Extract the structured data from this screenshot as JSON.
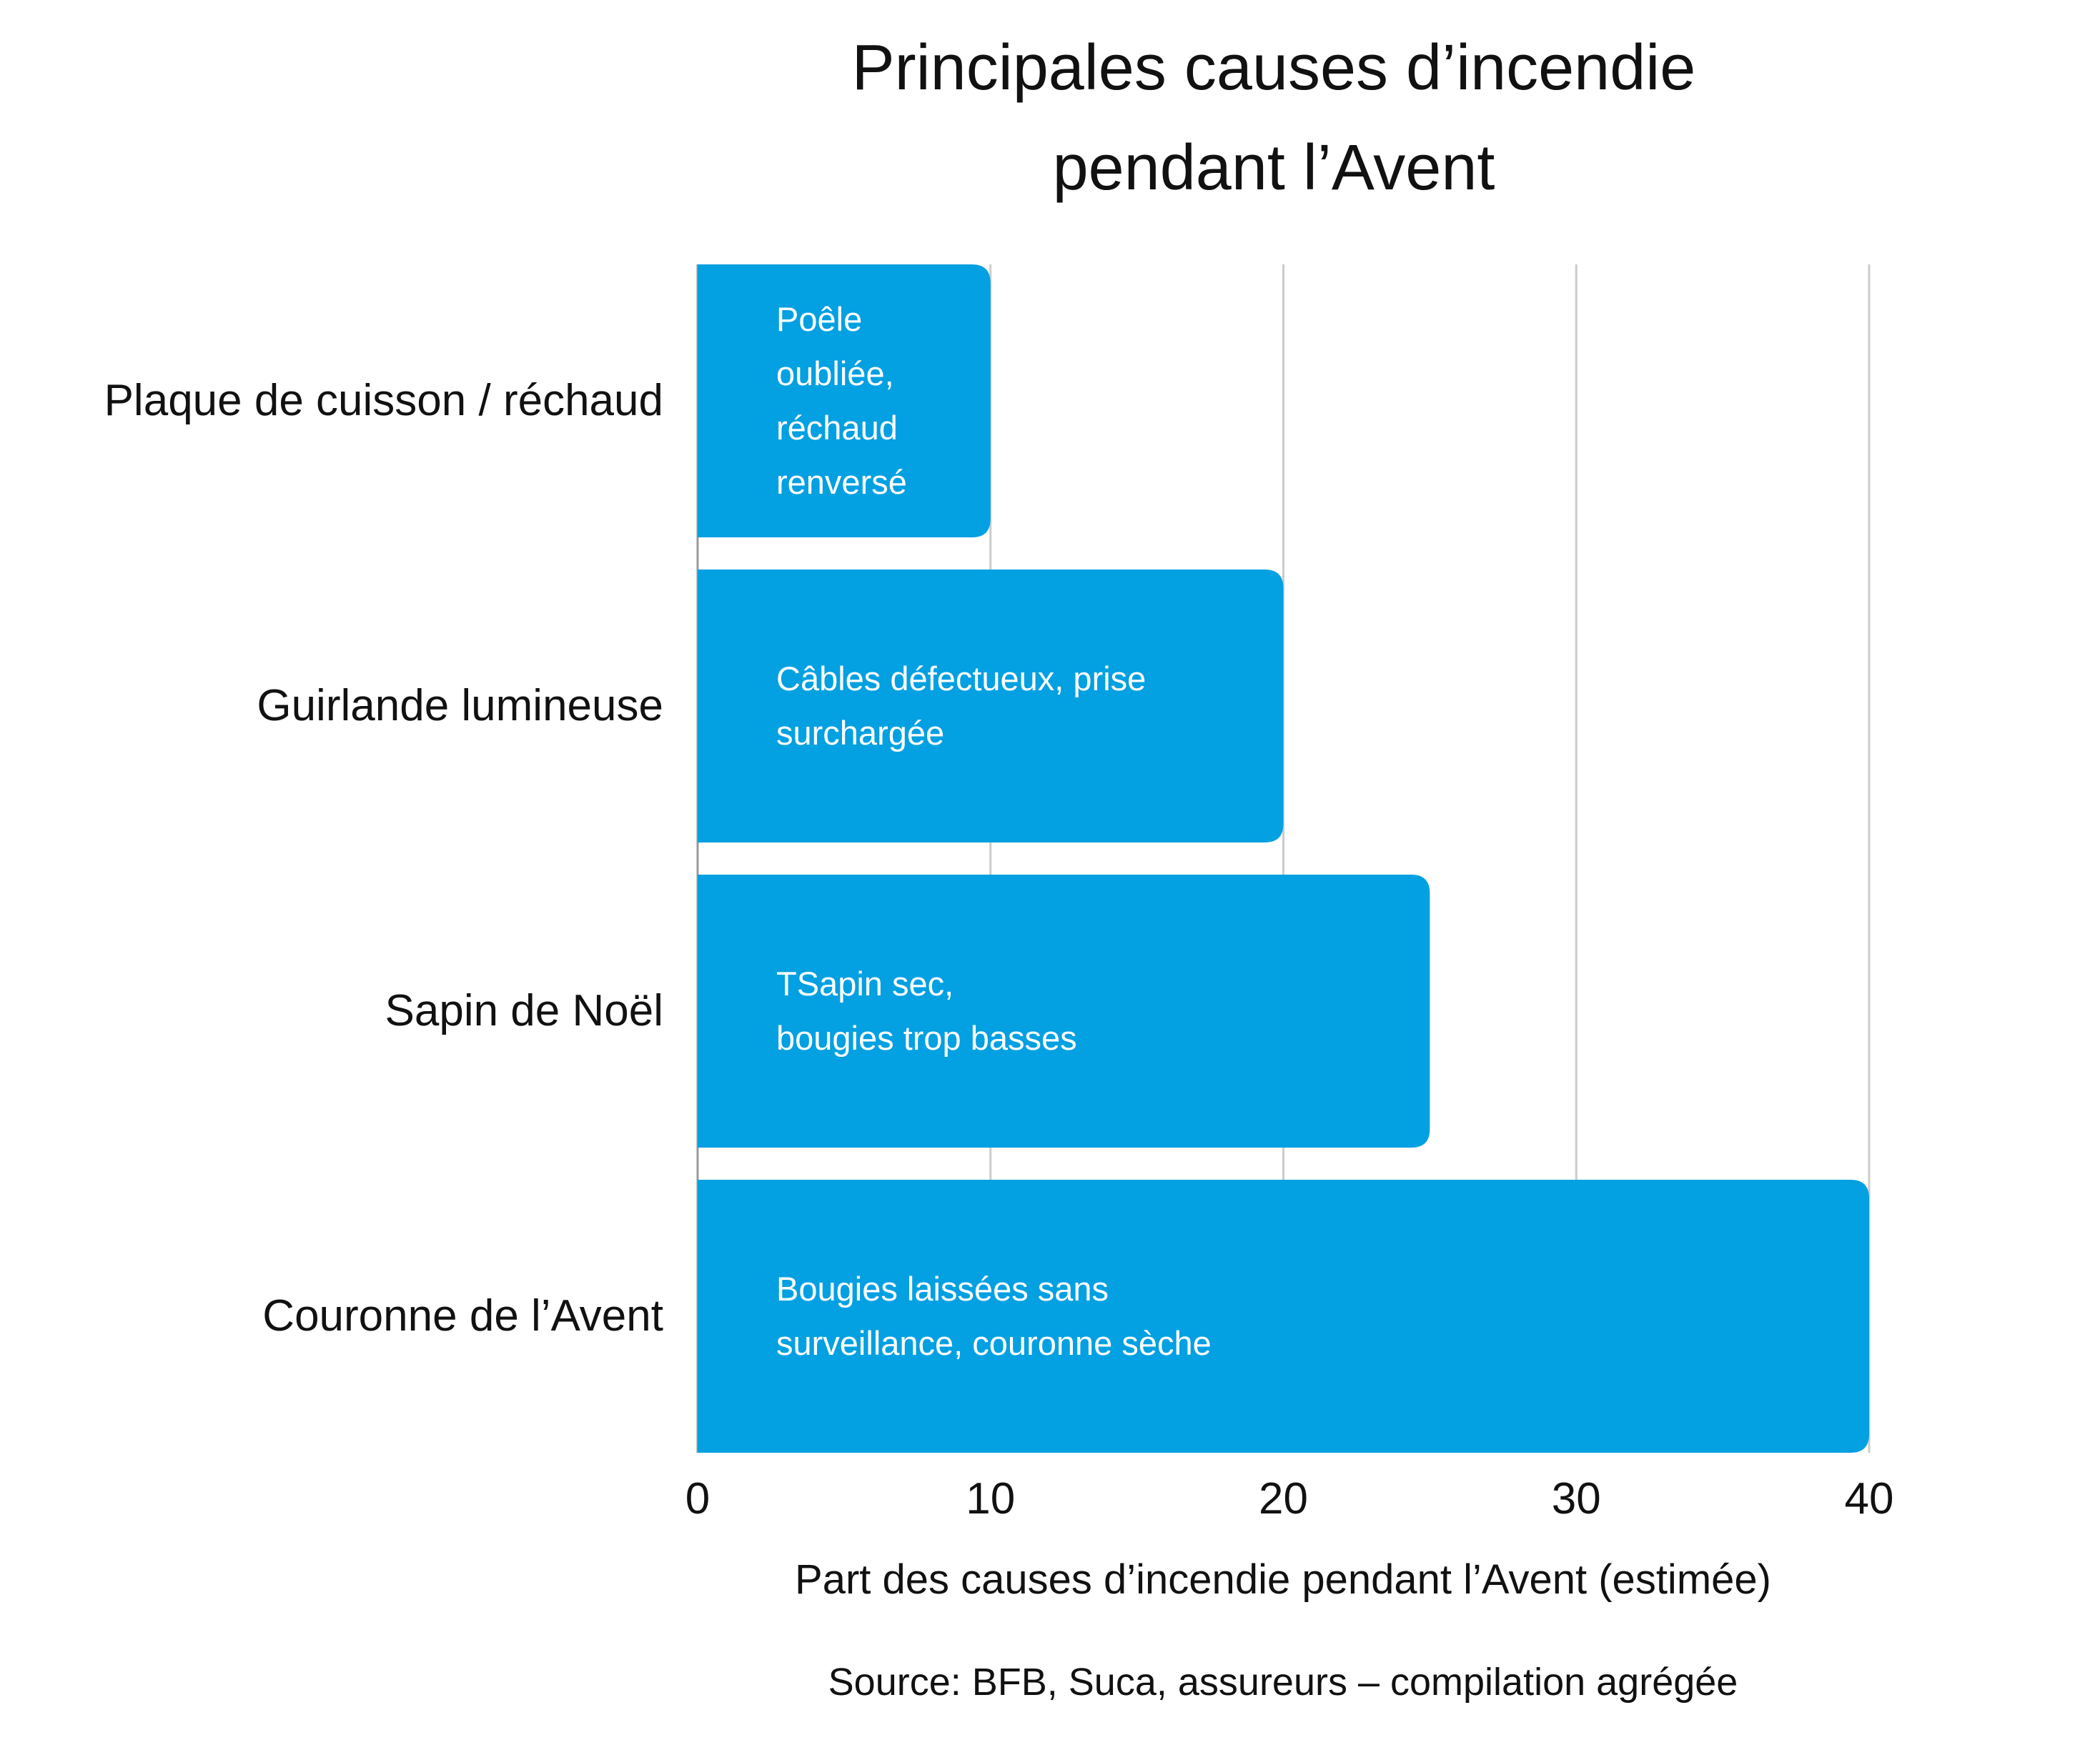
{
  "chart_data": {
    "type": "bar",
    "orientation": "horizontal",
    "title_lines": [
      "Principales causes d’incendie",
      "pendant l’Avent"
    ],
    "categories": [
      "Plaque de cuisson / réchaud",
      "Guirlande lumineuse",
      "Sapin de Noël",
      "Couronne de l’Avent"
    ],
    "values": [
      10,
      20,
      25,
      40
    ],
    "bar_labels": [
      [
        "Poêle",
        "oubliée,",
        "réchaud",
        "renversé"
      ],
      [
        "Câbles défectueux, prise",
        "surchargée"
      ],
      [
        "TSapin sec,",
        "bougies trop basses"
      ],
      [
        "Bougies laissées sans",
        "surveillance, couronne sèche"
      ]
    ],
    "xlabel": "Part des causes d’incendie pendant l’Avent (estimée)",
    "ylabel": "",
    "xlim": [
      0,
      40
    ],
    "xticks": [
      "0",
      "10",
      "20",
      "30",
      "40"
    ],
    "grid": "vertical",
    "source": "Source: BFB, Suca, assureurs – compilation agrégée",
    "bar_color": "#03A0E2",
    "grid_color": "#CCCCCC"
  }
}
